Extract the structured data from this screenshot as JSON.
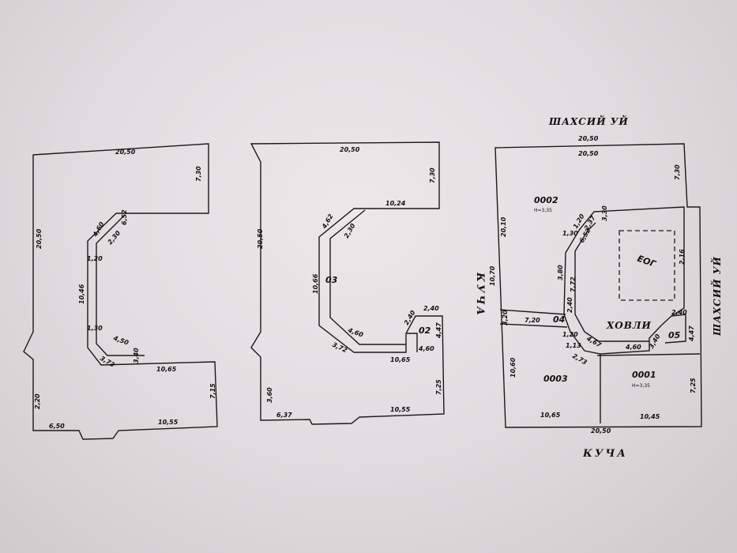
{
  "plan1": {
    "dims": [
      "20,50",
      "7,30",
      "20,50",
      "10,46",
      "6,52",
      "4,60",
      "2,30",
      "1,20",
      "1,30",
      "4,50",
      "3,73",
      "3,40",
      "10,65",
      "7,15",
      "2,20",
      "6,50",
      "10,55"
    ]
  },
  "plan2": {
    "dims": [
      "20,50",
      "7,30",
      "10,24",
      "4,62",
      "2,30",
      "20,50",
      "10,66",
      "4,60",
      "3,72",
      "2,40",
      "2,40",
      "4,47",
      "4,60",
      "10,65",
      "7,25",
      "3,60",
      "6,37",
      "10,55"
    ],
    "labels": [
      "03",
      "02"
    ]
  },
  "plan3": {
    "top_street": "ШАХСИЙ УЙ",
    "right_street": "ШАХСИЙ УЙ",
    "left_street": "КУЧА",
    "bottom_street": "КУЧА",
    "courtyard_label": "ХОВЛИ",
    "pit_label": "ЕОГ",
    "rooms": [
      {
        "id": "0002",
        "sub": "H=3,35"
      },
      {
        "id": "0003",
        "sub": ""
      },
      {
        "id": "0001",
        "sub": "H=3,35"
      },
      {
        "id": "05",
        "sub": ""
      },
      {
        "id": "04",
        "sub": ""
      }
    ],
    "dims": [
      "20,50",
      "20,50",
      "7,30",
      "20,10",
      "10,70",
      "3,80",
      "1,30",
      "1,20",
      "2,37",
      "6,52",
      "3,30",
      "7,72",
      "3,20",
      "7,20",
      "2,40",
      "1,20",
      "1,13",
      "4,67",
      "2,73",
      "4,60",
      "2,40",
      "4,47",
      "10,60",
      "10,65",
      "10,45",
      "7,25",
      "20,50",
      "3,40",
      "2,16"
    ]
  }
}
